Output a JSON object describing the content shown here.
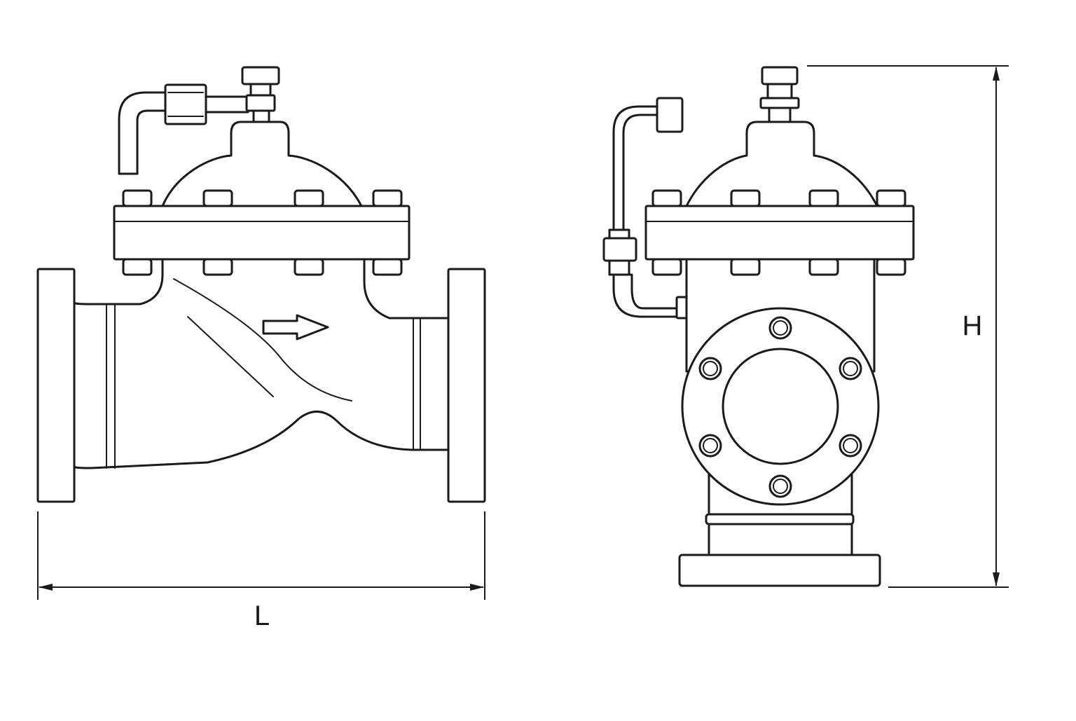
{
  "drawing": {
    "line_color": "#1a1a1a",
    "background": "#ffffff",
    "side_view": {
      "flow_arrow": "right-arrow-icon"
    },
    "end_view": {
      "flange_bolt_holes": 6
    },
    "dimensions": {
      "length_label": "L",
      "height_label": "H"
    }
  }
}
